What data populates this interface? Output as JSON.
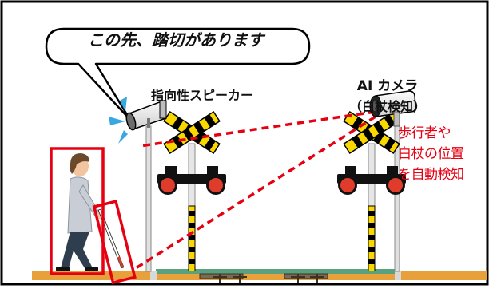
{
  "speech_bubble": {
    "text": "この先、踏切があります"
  },
  "speaker_label": "指向性スピーカー",
  "camera_label": {
    "line1": "AI カメラ",
    "line2": "（白杖検知）"
  },
  "detection_note": [
    "歩行者や",
    "白杖の位置",
    "を自動検知"
  ],
  "colors": {
    "frame": "#000000",
    "detection_box": "#e60012",
    "detection_line": "#e60012",
    "note_text": "#e60012",
    "ground": "#e8a13a",
    "rail": "#5aa27f",
    "crossing_light": "#e03c2c",
    "sound_waves": "#39a8e0"
  },
  "icons": [
    "speaker-icon",
    "camera-icon",
    "crossing-signal-icon",
    "pedestrian-icon",
    "white-cane-icon"
  ]
}
